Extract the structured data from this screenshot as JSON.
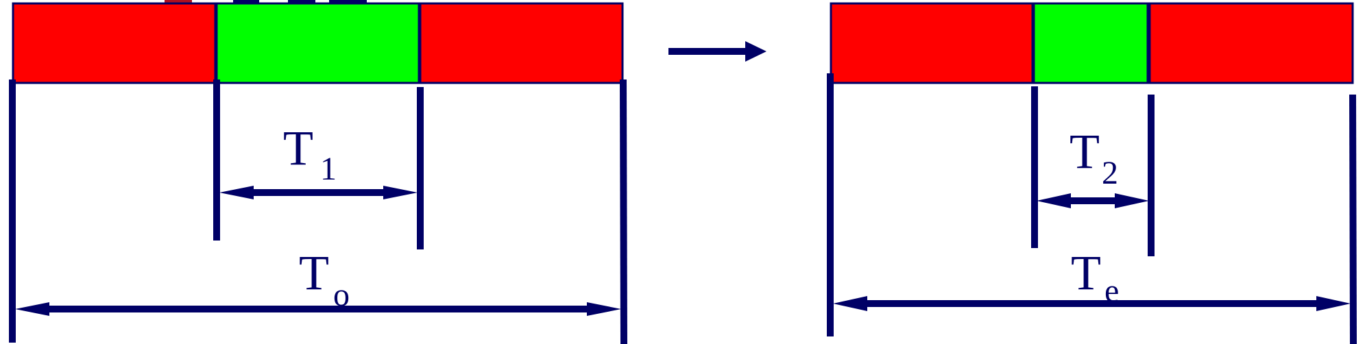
{
  "colors": {
    "navy": "#000066",
    "red": "#ff0000",
    "green": "#00ff00",
    "white": "#ffffff"
  },
  "left_panel": {
    "segments": [
      "red",
      "green",
      "red"
    ],
    "inner_label": {
      "main": "T",
      "sub": "1"
    },
    "outer_label": {
      "main": "T",
      "sub": "o"
    }
  },
  "transition_arrow": {
    "icon": "right-arrow-icon"
  },
  "right_panel": {
    "segments": [
      "red",
      "green",
      "red"
    ],
    "inner_label": {
      "main": "T",
      "sub": "2"
    },
    "outer_label": {
      "main": "T",
      "sub": "e"
    }
  }
}
